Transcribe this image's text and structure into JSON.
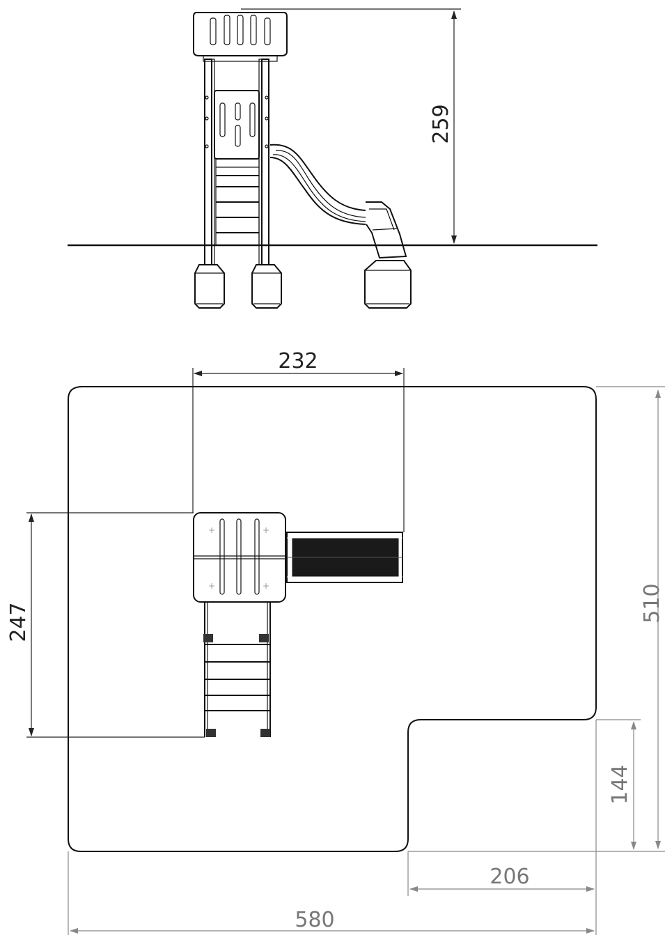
{
  "drawing": {
    "elevation_view": {
      "height_dimension": "259"
    },
    "plan_view": {
      "width_dimension": "232",
      "depth_dimension": "247",
      "area_depth_dimension": "510",
      "notch_depth_dimension": "144",
      "notch_width_dimension": "206",
      "area_width_dimension": "580"
    }
  }
}
